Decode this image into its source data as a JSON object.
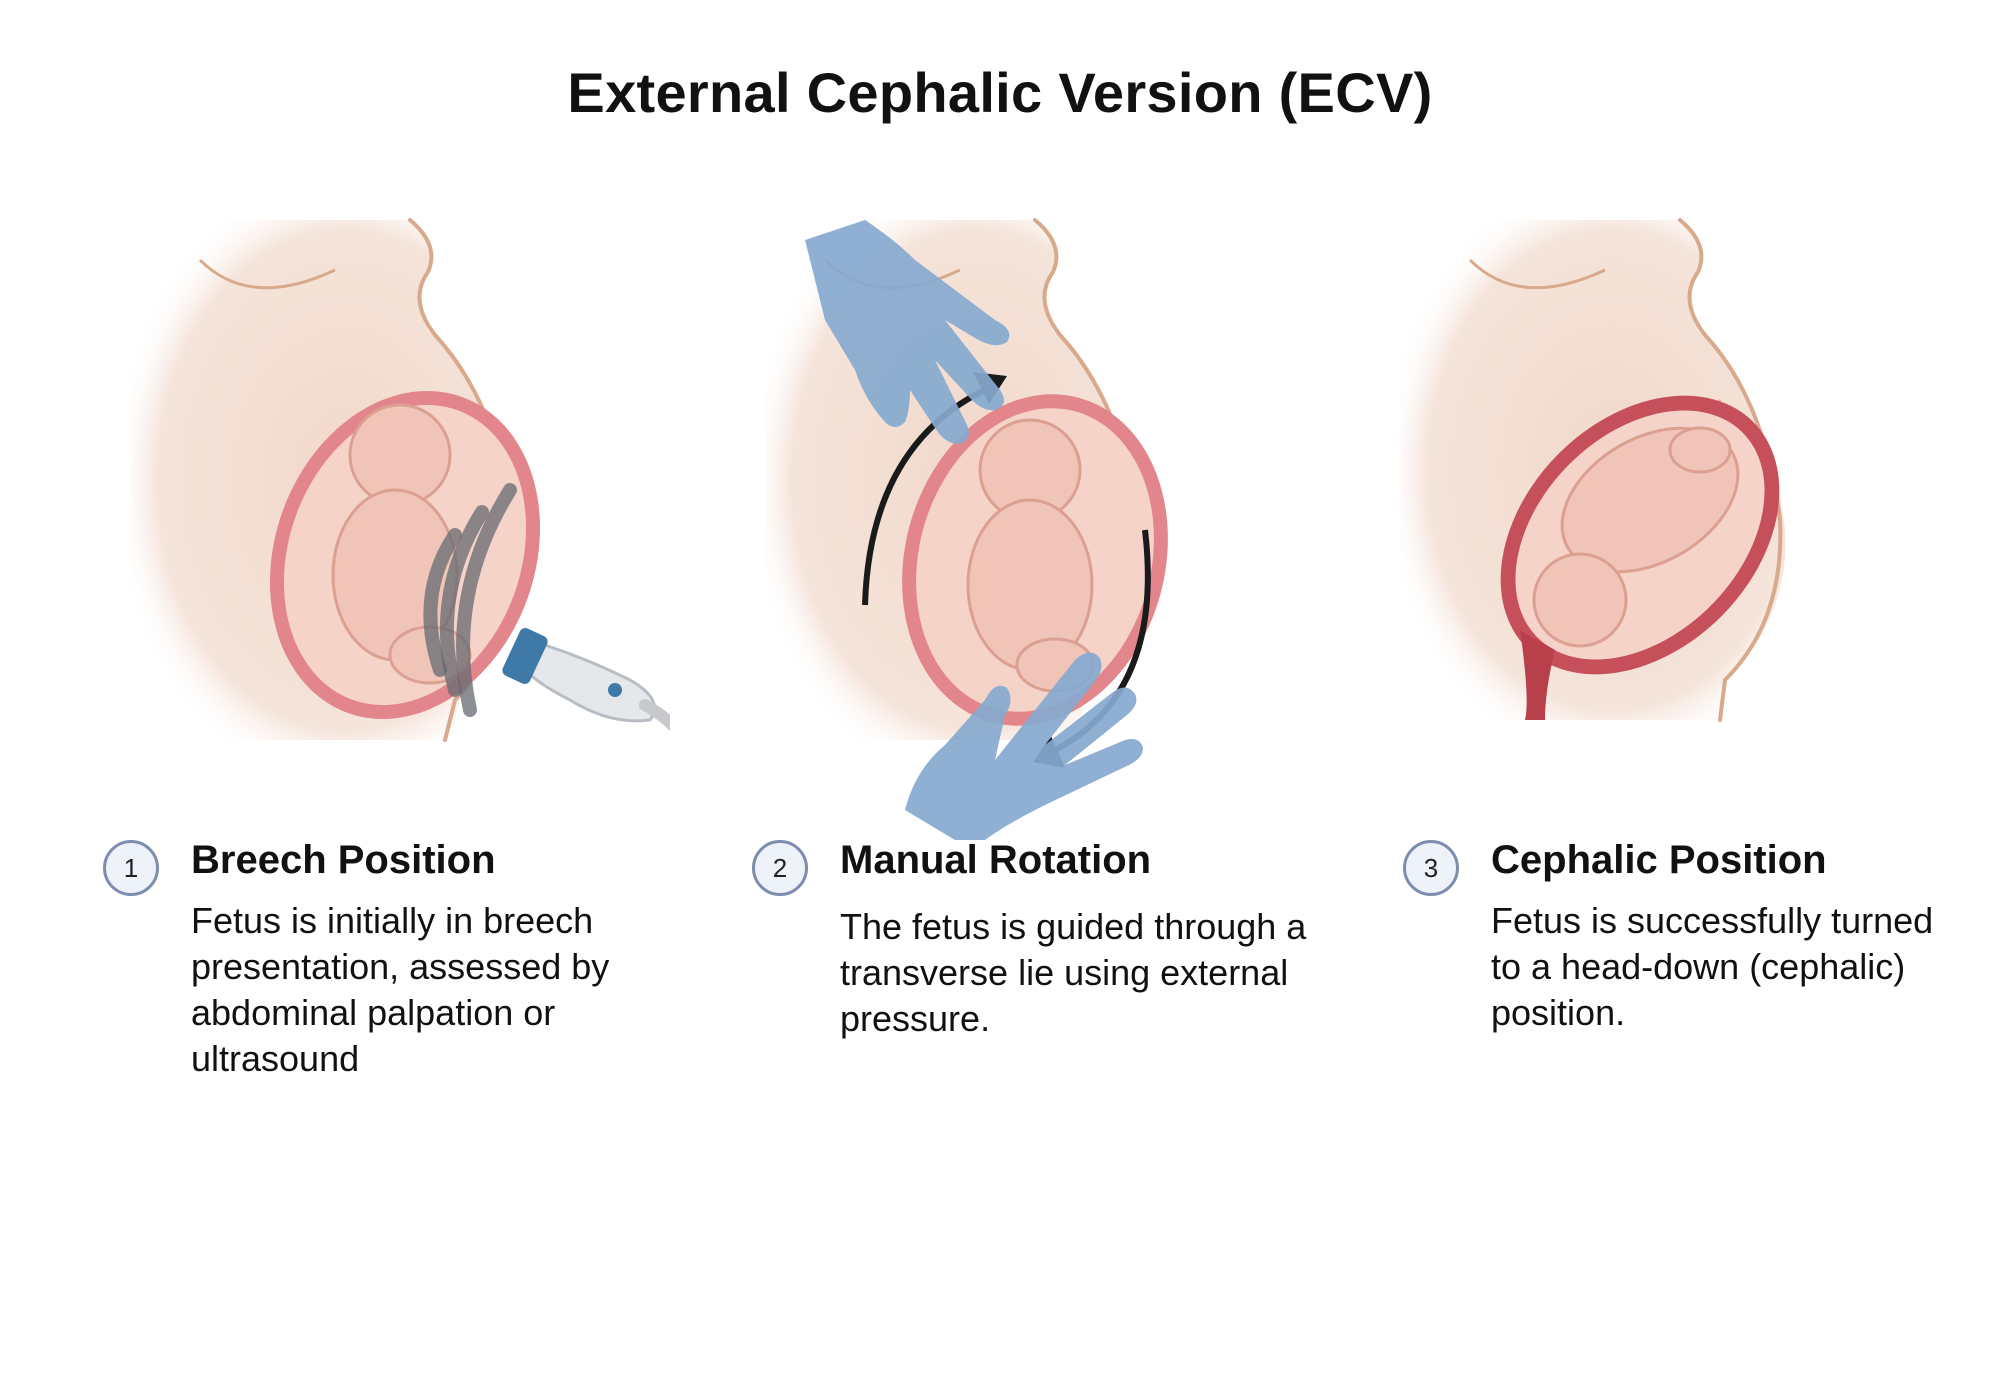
{
  "title": "External Cephalic Version (ECV)",
  "colors": {
    "skin": "#f3e0d6",
    "skin_outline": "#d9a98c",
    "uterus": "#e3868b",
    "fetus": "#f5d3c8",
    "glove": "#86a9cf",
    "arrow": "#1a1a1a",
    "badge_border": "#7d8cb0"
  },
  "steps": [
    {
      "number": "1",
      "title": "Breech Position",
      "description": "Fetus is initially in breech presentation, assessed by abdominal palpation or ultrasound",
      "icons": [
        "pregnant-abdomen-icon",
        "breech-fetus-icon",
        "ultrasound-probe-icon"
      ]
    },
    {
      "number": "2",
      "title": "Manual Rotation",
      "description": "The fetus is guided through a transverse lie using external pressure.",
      "icons": [
        "pregnant-abdomen-icon",
        "gloved-hand-icon",
        "rotation-arrow-icon"
      ]
    },
    {
      "number": "3",
      "title": "Cephalic Position",
      "description": "Fetus is successfully turned to a head-down (cephalic) position.",
      "icons": [
        "pregnant-abdomen-icon",
        "cephalic-fetus-icon"
      ]
    }
  ]
}
